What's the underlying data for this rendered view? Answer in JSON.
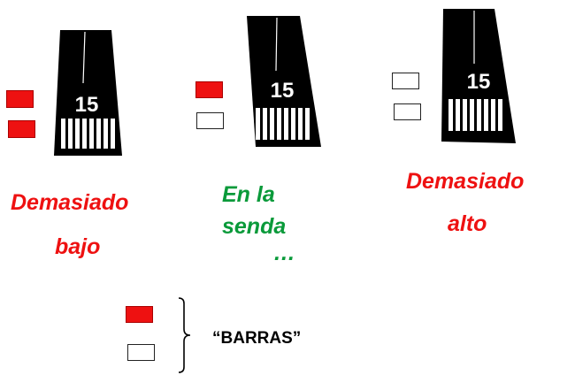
{
  "runway_number": "15",
  "panels": [
    {
      "caption_lines": [
        "Demasiado",
        "bajo"
      ],
      "caption_color": "#ee1111",
      "lamps": [
        "red",
        "red"
      ]
    },
    {
      "caption_lines": [
        "En  la",
        "senda",
        "…"
      ],
      "caption_color": "#0a9a3a",
      "lamps": [
        "red",
        "white"
      ]
    },
    {
      "caption_lines": [
        "Demasiado",
        "alto"
      ],
      "caption_color": "#ee1111",
      "lamps": [
        "white",
        "white"
      ]
    }
  ],
  "legend": {
    "label": "“BARRAS”",
    "lamps": [
      "red",
      "white"
    ]
  }
}
